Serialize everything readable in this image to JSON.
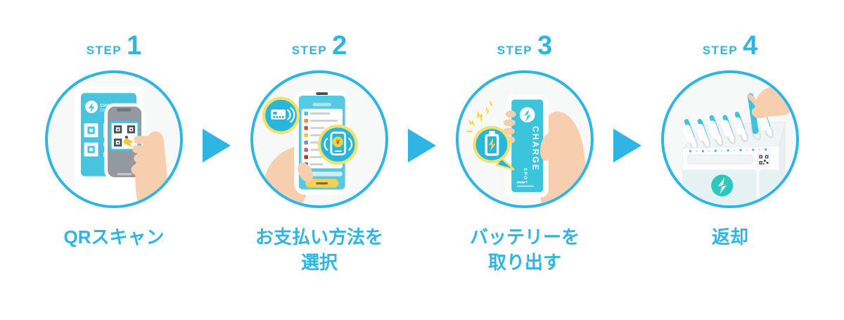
{
  "colors": {
    "accent_blue": "#2fb5e4",
    "illustration_teal": "#49c3e0",
    "badge_teal": "#28b6da",
    "ring_yellow": "#f2e16b",
    "button_yellow": "#f6d052",
    "spark_yellow": "#ffd93e",
    "logo_green": "#2ec7bd",
    "skin": "#f8cfae"
  },
  "brand": {
    "line1": "CHARGE",
    "line2": "SPOT"
  },
  "misc": {
    "yen": "¥"
  },
  "steps": [
    {
      "prefix": "STEP",
      "number": "1",
      "caption_lines": [
        "QRスキャン"
      ],
      "illustration": "qr-scan-illustration"
    },
    {
      "prefix": "STEP",
      "number": "2",
      "caption_lines": [
        "お支払い方法を",
        "選択"
      ],
      "illustration": "payment-select-illustration"
    },
    {
      "prefix": "STEP",
      "number": "3",
      "caption_lines": [
        "バッテリーを",
        "取り出す"
      ],
      "illustration": "battery-takeout-illustration"
    },
    {
      "prefix": "STEP",
      "number": "4",
      "caption_lines": [
        "返却"
      ],
      "illustration": "return-station-illustration"
    }
  ]
}
